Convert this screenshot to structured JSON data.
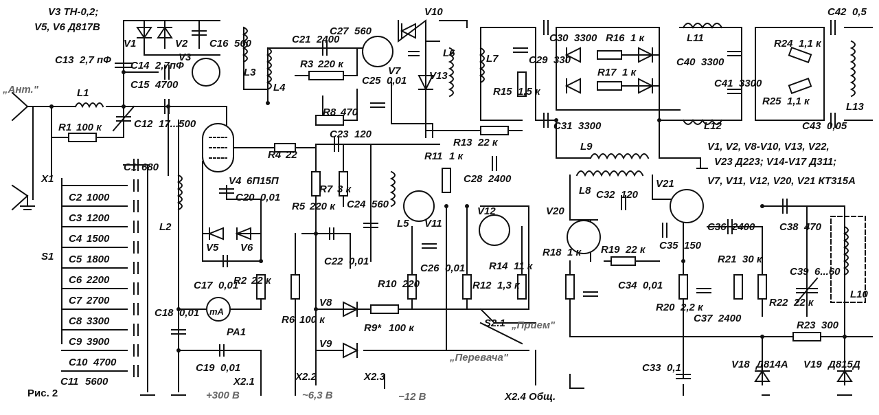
{
  "figure_caption": "Рис. 2",
  "notes": {
    "line1": "V3  ТН-0,2;",
    "line2": "V5, V6 Д817В",
    "line3": "V1, V2, V8-V10, V13, V22,",
    "line4": "V23  Д223; V14-V17  Д311;",
    "line5": "V7, V11, V12, V20, V21    КТ315А"
  },
  "antenna_label": "„Ант.\"",
  "components": [
    {
      "ref": "C13",
      "value": "2,7 пФ"
    },
    {
      "ref": "C14",
      "value": "2,7пФ"
    },
    {
      "ref": "C15",
      "value": "4700"
    },
    {
      "ref": "C16",
      "value": "560"
    },
    {
      "ref": "L1",
      "value": ""
    },
    {
      "ref": "R1",
      "value": "100 к"
    },
    {
      "ref": "C12",
      "value": "17...500"
    },
    {
      "ref": "V1",
      "value": ""
    },
    {
      "ref": "V2",
      "value": ""
    },
    {
      "ref": "V3",
      "value": ""
    },
    {
      "ref": "L3",
      "value": ""
    },
    {
      "ref": "C21",
      "value": "2400"
    },
    {
      "ref": "L4",
      "value": ""
    },
    {
      "ref": "R3",
      "value": "220 к"
    },
    {
      "ref": "R8",
      "value": "470"
    },
    {
      "ref": "C27",
      "value": "560"
    },
    {
      "ref": "C25",
      "value": "0,01"
    },
    {
      "ref": "V7",
      "value": ""
    },
    {
      "ref": "V10",
      "value": ""
    },
    {
      "ref": "V13",
      "value": ""
    },
    {
      "ref": "L6",
      "value": ""
    },
    {
      "ref": "L7",
      "value": ""
    },
    {
      "ref": "C29",
      "value": "330"
    },
    {
      "ref": "R15",
      "value": "1,5 к"
    },
    {
      "ref": "C30",
      "value": "3300"
    },
    {
      "ref": "R16",
      "value": "1 к"
    },
    {
      "ref": "R17",
      "value": "1 к"
    },
    {
      "ref": "C31",
      "value": "3300"
    },
    {
      "ref": "L11",
      "value": ""
    },
    {
      "ref": "C40",
      "value": "3300"
    },
    {
      "ref": "C41",
      "value": "3300"
    },
    {
      "ref": "L12",
      "value": ""
    },
    {
      "ref": "C42",
      "value": "0,5"
    },
    {
      "ref": "R24",
      "value": "1,1 к"
    },
    {
      "ref": "R25",
      "value": "1,1 к"
    },
    {
      "ref": "C43",
      "value": "0,05"
    },
    {
      "ref": "L13",
      "value": ""
    },
    {
      "ref": "V4",
      "value": "6П15П"
    },
    {
      "ref": "R4",
      "value": "22"
    },
    {
      "ref": "C23",
      "value": "120"
    },
    {
      "ref": "R7",
      "value": "3 к"
    },
    {
      "ref": "C24",
      "value": "560"
    },
    {
      "ref": "R11",
      "value": "1 к"
    },
    {
      "ref": "R13",
      "value": "22 к"
    },
    {
      "ref": "C28",
      "value": "2400"
    },
    {
      "ref": "L9",
      "value": ""
    },
    {
      "ref": "L8",
      "value": ""
    },
    {
      "ref": "C32",
      "value": "120"
    },
    {
      "ref": "V20",
      "value": ""
    },
    {
      "ref": "V21",
      "value": ""
    },
    {
      "ref": "C1",
      "value": "680"
    },
    {
      "ref": "C2",
      "value": "1000"
    },
    {
      "ref": "C3",
      "value": "1200"
    },
    {
      "ref": "C4",
      "value": "1500"
    },
    {
      "ref": "C5",
      "value": "1800"
    },
    {
      "ref": "C6",
      "value": "2200"
    },
    {
      "ref": "C7",
      "value": "2700"
    },
    {
      "ref": "C8",
      "value": "3300"
    },
    {
      "ref": "C9",
      "value": "3900"
    },
    {
      "ref": "C10",
      "value": "4700"
    },
    {
      "ref": "C11",
      "value": "5600"
    },
    {
      "ref": "L2",
      "value": ""
    },
    {
      "ref": "C20",
      "value": "0,01"
    },
    {
      "ref": "V5",
      "value": ""
    },
    {
      "ref": "V6",
      "value": ""
    },
    {
      "ref": "C17",
      "value": "0,01"
    },
    {
      "ref": "R2",
      "value": "22 к"
    },
    {
      "ref": "C18",
      "value": "0,01"
    },
    {
      "ref": "PA1",
      "value": ""
    },
    {
      "ref": "C19",
      "value": "0,01"
    },
    {
      "ref": "R5",
      "value": "220 к"
    },
    {
      "ref": "C22",
      "value": "0,01"
    },
    {
      "ref": "L5",
      "value": ""
    },
    {
      "ref": "V11",
      "value": ""
    },
    {
      "ref": "V12",
      "value": ""
    },
    {
      "ref": "C26",
      "value": "0,01"
    },
    {
      "ref": "R10",
      "value": "220"
    },
    {
      "ref": "R14",
      "value": "11 к"
    },
    {
      "ref": "R12",
      "value": "1,3 к"
    },
    {
      "ref": "R6",
      "value": "100 к"
    },
    {
      "ref": "V8",
      "value": ""
    },
    {
      "ref": "V9",
      "value": ""
    },
    {
      "ref": "R9*",
      "value": "100 к"
    },
    {
      "ref": "R18",
      "value": "1 к"
    },
    {
      "ref": "R19",
      "value": "22 к"
    },
    {
      "ref": "C34",
      "value": "0,01"
    },
    {
      "ref": "C35",
      "value": "150"
    },
    {
      "ref": "C36",
      "value": "2400"
    },
    {
      "ref": "R20",
      "value": "2,2 к"
    },
    {
      "ref": "C37",
      "value": "2400"
    },
    {
      "ref": "R21",
      "value": "30 к"
    },
    {
      "ref": "R22",
      "value": "22 к"
    },
    {
      "ref": "C38",
      "value": "470"
    },
    {
      "ref": "C39",
      "value": "6...60"
    },
    {
      "ref": "L10",
      "value": ""
    },
    {
      "ref": "R23",
      "value": "300"
    },
    {
      "ref": "C33",
      "value": "0,1"
    },
    {
      "ref": "V18",
      "value": "Д814А"
    },
    {
      "ref": "V19",
      "value": "Д815Д"
    }
  ],
  "switch": {
    "ref": "S1"
  },
  "switch2": {
    "ref": "S2.1",
    "pos_rx": "„Прием\"",
    "pos_tx": "„Перевача\""
  },
  "meter": {
    "symbol": "mA"
  },
  "connectors": {
    "x1": "X1",
    "x21": "X2.1",
    "x21_v": "+300 В",
    "x22": "X2.2",
    "x22_v": "~6,3 В",
    "x23": "X2.3",
    "x23_v": "−12 В",
    "x24": "X2.4 Общ."
  }
}
